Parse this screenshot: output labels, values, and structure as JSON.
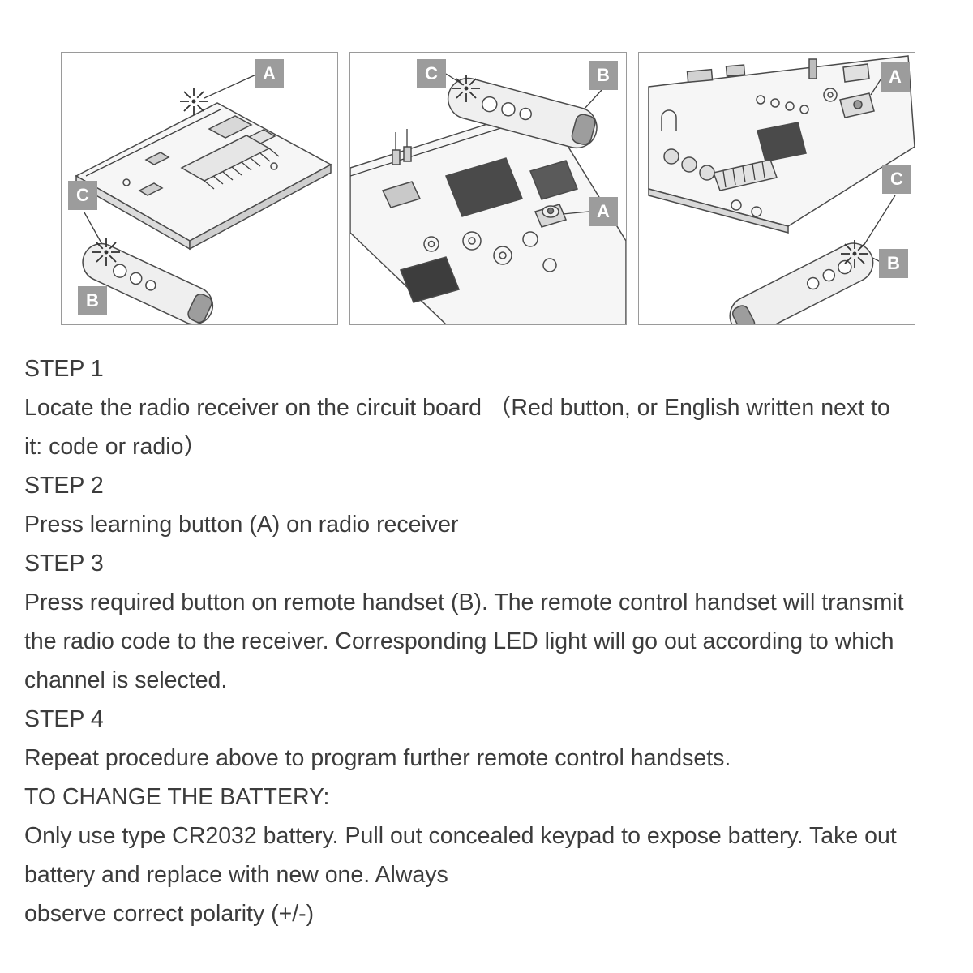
{
  "colors": {
    "label_box": "#9c9c9c",
    "label_letter": "#ffffff",
    "text": "#3c3c3c",
    "line_art": "#4a4a4a",
    "background": "#ffffff"
  },
  "figures": [
    {
      "id": "isometric-board-with-remote",
      "labels": [
        "A",
        "C",
        "B"
      ]
    },
    {
      "id": "board-closeup-learning-button",
      "labels": [
        "C",
        "B",
        "A"
      ]
    },
    {
      "id": "board-with-remote-right",
      "labels": [
        "A",
        "C",
        "B"
      ]
    }
  ],
  "instructions": {
    "lines": [
      "STEP 1",
      "Locate the radio receiver on the circuit board （Red button, or English written next to",
      "it: code or radio）",
      "STEP 2",
      "Press learning button (A) on radio receiver",
      "STEP 3",
      "Press required button on remote handset (B). The remote control handset will transmit",
      "the radio code to the receiver. Corresponding LED light will go out according to which",
      "channel is selected.",
      "STEP 4",
      "Repeat procedure above to program further remote control handsets.",
      "TO CHANGE THE BATTERY:",
      "Only use type CR2032 battery. Pull out concealed keypad to expose battery. Take out",
      "battery and replace with new one. Always",
      "observe correct polarity (+/-)"
    ]
  }
}
